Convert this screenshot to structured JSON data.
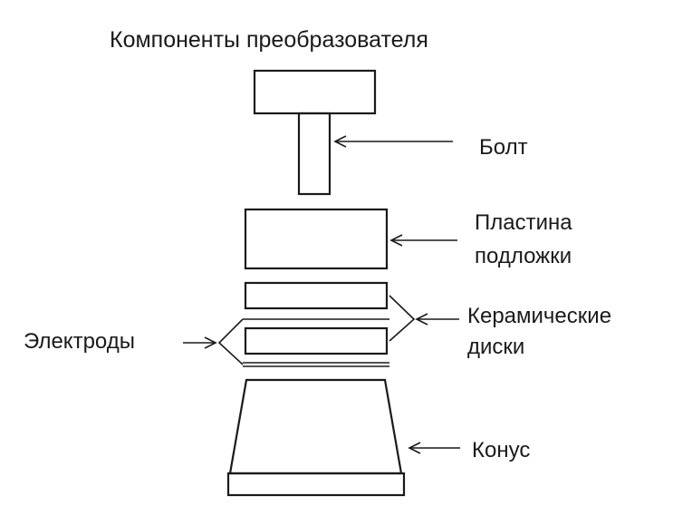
{
  "title": "Компоненты преобразователя",
  "labels": {
    "bolt": "Болт",
    "plate_line1": "Пластина",
    "plate_line2": "подложки",
    "electrodes": "Электроды",
    "ceramic_line1": "Керамические",
    "ceramic_line2": "диски",
    "cone": "Конус"
  },
  "colors": {
    "ink": "#1a1a1a",
    "background": "#ffffff"
  }
}
